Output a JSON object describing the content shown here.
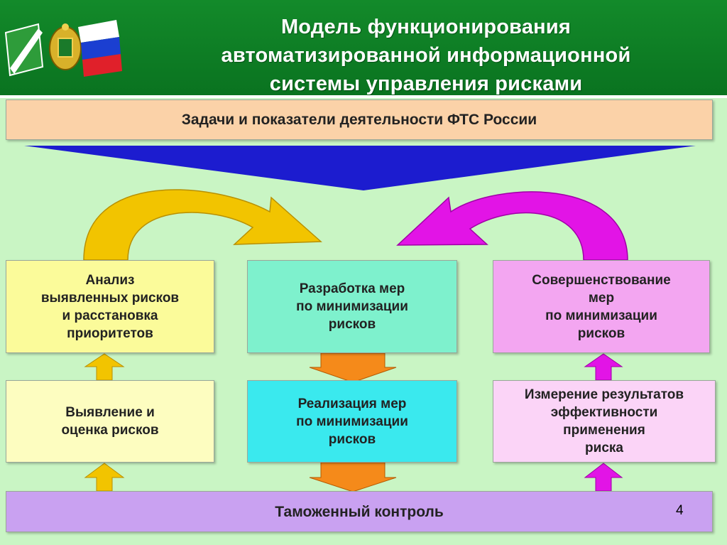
{
  "header": {
    "title_lines": [
      "Модель функционирования",
      "автоматизированной информационной",
      "системы управления рисками"
    ]
  },
  "tasks": {
    "label": "Задачи и показатели деятельности ФТС России"
  },
  "boxes": {
    "analysis": {
      "lines": [
        "Анализ",
        "выявленных рисков",
        "и расстановка",
        "приоритетов"
      ]
    },
    "development": {
      "lines": [
        "Разработка мер",
        "по минимизации",
        "рисков"
      ]
    },
    "improvement": {
      "lines": [
        "Совершенствование",
        "мер",
        "по минимизации",
        "рисков"
      ]
    },
    "detection": {
      "lines": [
        "Выявление и",
        "оценка рисков"
      ]
    },
    "implementation": {
      "lines": [
        "Реализация мер",
        "по минимизации",
        "рисков"
      ]
    },
    "measurement": {
      "lines": [
        "Измерение результатов",
        "эффективности",
        "применения",
        "риска"
      ]
    }
  },
  "customs": {
    "label": "Таможенный контроль"
  },
  "page_number": "4",
  "colors": {
    "header": "#0f8227",
    "background": "#c9f5c4",
    "funnel": "#1c1ccf",
    "yellow_arrow": "#f2c400",
    "magenta_arrow": "#e214e6",
    "orange_arrow": "#f58a1a"
  }
}
